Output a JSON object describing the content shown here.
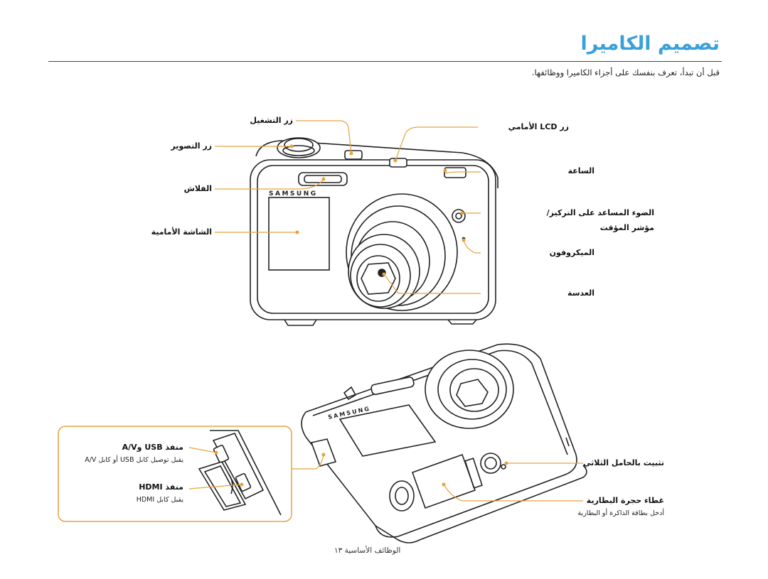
{
  "page": {
    "title": "تصميم الكاميرا",
    "intro": "قبل أن تبدأ، تعرف بنفسك على أجزاء الكاميرا ووظائفها.",
    "footer": "الوظائف الأساسية ١٣",
    "brand_text": "SAMSUNG"
  },
  "front_labels": {
    "power_button": "زر التشغيل",
    "lcd_button": "زر LCD الأمامي",
    "shutter_button": "زر التصوير",
    "clock": "الساعة",
    "flash": "الفلاش",
    "af_lamp_line1": "الضوء المساعد على التركيز/",
    "af_lamp_line2": "مؤشر المؤقت",
    "front_display": "الشاشة الأمامية",
    "microphone": "الميكروفون",
    "lens": "العدسة"
  },
  "bottom_labels": {
    "usb_av": "منفذ USB وA/V",
    "usb_av_desc": "يقبل توصيل كابل USB أو كابل A/V",
    "hdmi": "منفذ HDMI",
    "hdmi_desc": "يقبل كابل HDMI",
    "tripod": "تثبيت بالحامل الثلاثي",
    "battery_cover": "غطاء حجرة البطارية",
    "battery_cover_desc": "أدخل بطاقة الذاكرة أو البطارية"
  },
  "colors": {
    "accent": "#3aa1d8",
    "leader": "#e8a23c",
    "line": "#222222"
  }
}
